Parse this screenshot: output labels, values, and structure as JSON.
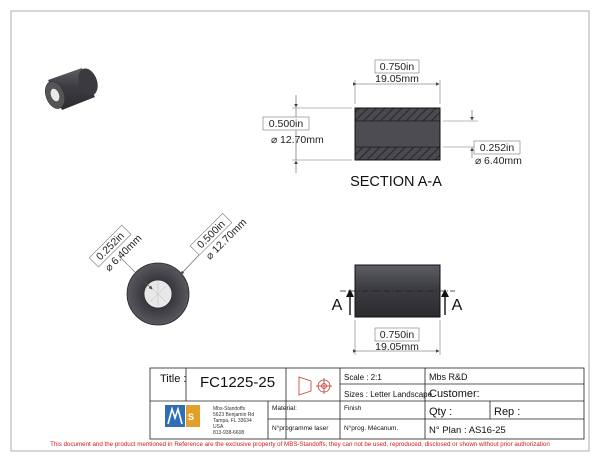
{
  "views": {
    "section_label": "SECTION A-A",
    "section_marker": "A",
    "section_top_length_in": "0.750in",
    "section_top_length_mm": "19.05mm",
    "section_od_in": "0.500in",
    "section_od_mm": "12.70mm",
    "section_id_in": "0.252in",
    "section_id_mm": "6.40mm",
    "end_view_id_in": "0.252in",
    "end_view_id_mm": "6.40mm",
    "end_view_od_in": "0.500in",
    "end_view_od_mm": "12.70mm",
    "side_length_in": "0.750in",
    "side_length_mm": "19.05mm",
    "diameter_symbol": "⌀"
  },
  "title_block": {
    "title_label": "Title :",
    "title_value": "FC1225-25",
    "scale": "Scale : 2:1",
    "sizes": "Sizes : Letter Landscape",
    "company": "Mbs R&D",
    "customer": "Customer:",
    "material": "Material:",
    "finish": "Finish",
    "qty": "Qty :",
    "rep": "Rep :",
    "laser_program": "N°programme laser",
    "mechanical_program": "N°prog. Mécanum.",
    "plan_number": "N° Plan : AS16-25",
    "logo_lines": [
      "Mbs-Standoffs",
      "5623 Benjamin Rd",
      "Tampa, FL 33634",
      "USA",
      "813-938-6608"
    ]
  },
  "notice": "This document and the product mentioned in Reference are the exclusive property of MBS-Standoffs, they can not be used, reproduced, disclosed or shown without prior authorization",
  "colors": {
    "part_dark": "#3f3f44",
    "part_mid": "#8a8a90",
    "dim_line": "#555555",
    "notice_red": "#d21a1a",
    "logo_blue": "#2f6db4"
  }
}
